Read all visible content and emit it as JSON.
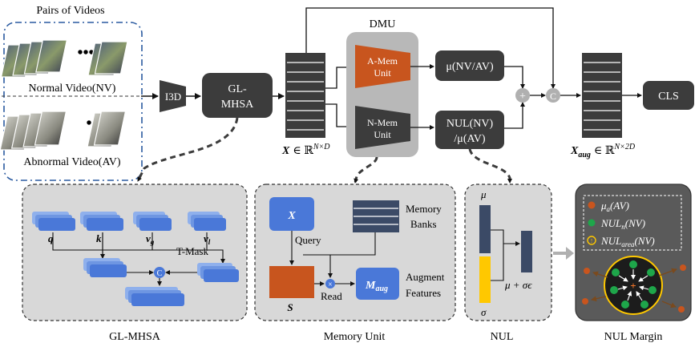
{
  "top": {
    "pairs_title": "Pairs of Videos",
    "normal_video": "Normal Video(NV)",
    "abnormal_video": "Abnormal Video(AV)",
    "i3d": "I3D",
    "glmhsa_line1": "GL-",
    "glmhsa_line2": "MHSA",
    "dmu_title": "DMU",
    "amem_line1": "A-Mem",
    "amem_line2": "Unit",
    "nmem_line1": "N-Mem",
    "nmem_line2": "Unit",
    "mu_box": "μ(NV/AV)",
    "nul_line1": "NUL(NV)",
    "nul_line2": "/μ(AV)",
    "feat_x_sym": "X",
    "feat_x_space": "∈ ℝ",
    "feat_x_exp": "N×D",
    "feat_xaug_sym": "X",
    "feat_xaug_sub": "aug",
    "feat_xaug_space": "∈ ℝ",
    "feat_xaug_exp": "N×2D",
    "plus_sym": "+",
    "concat_sym": "C",
    "cls": "CLS"
  },
  "panels": {
    "glmhsa": {
      "caption": "GL-MHSA",
      "q": "q",
      "k": "k",
      "vg": "v",
      "vg_sub": "g",
      "vl": "v",
      "vl_sub": "l",
      "tmask": "T-Mask",
      "concat": "C"
    },
    "memory": {
      "caption": "Memory Unit",
      "x": "X",
      "query": "Query",
      "banks_line1": "Memory",
      "banks_line2": "Banks",
      "s": "S",
      "read": "Read",
      "maug": "M",
      "maug_sub": "aug",
      "augment_line1": "Augment",
      "augment_line2": "Features"
    },
    "nul": {
      "caption": "NUL",
      "mu": "μ",
      "sigma": "σ",
      "formula": "μ + σϵ"
    },
    "margin": {
      "caption": "NUL Margin",
      "legend_a": "μ",
      "legend_a_sub": "a",
      "legend_a_tail": "(AV)",
      "legend_n": "NUL",
      "legend_n_sub": "n",
      "legend_n_tail": "(NV)",
      "legend_area": "NUL",
      "legend_area_sub": "area",
      "legend_area_tail": "(NV)"
    }
  },
  "colors": {
    "dark_box": "#3c3c3c",
    "panel_bg": "#d8d8d8",
    "dmu_bg": "#b8b8b8",
    "orange": "#c8551e",
    "blue": "#4a78d8",
    "navy": "#3b4a66",
    "yellow": "#ffc800",
    "green": "#1ea64a",
    "brown": "#7a4a1e",
    "dash_blue": "#2a5aa0"
  }
}
